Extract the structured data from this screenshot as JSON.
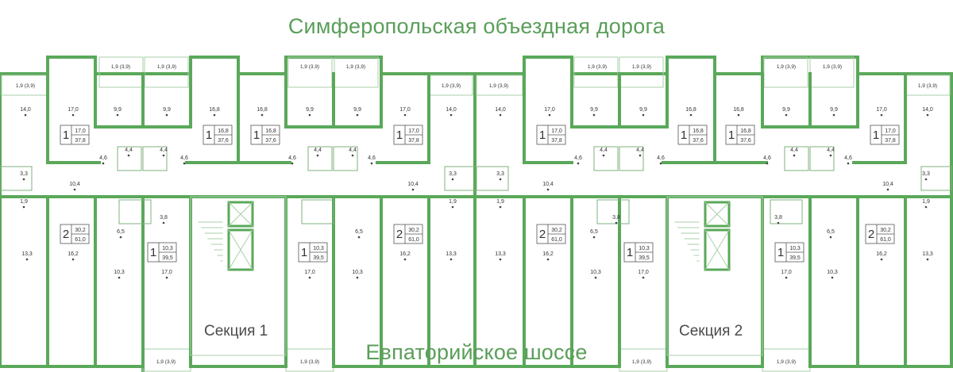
{
  "streets": {
    "top": "Симферопольская объездная дорога",
    "bottom": "Евпаторийское шоссе"
  },
  "sections": [
    "Секция 1",
    "Секция 2"
  ],
  "colors": {
    "wall": "#5aa85a",
    "thin_wall": "#a9cfa9",
    "text": "#333333",
    "label": "#4a4a4a"
  },
  "balcony_label": "1,9 (3,9)",
  "rooms_a": [
    "14,0",
    "17,0",
    "9,9",
    "9,9",
    "16,8",
    "16,8",
    "9,9",
    "9,9",
    "17,0",
    "14,0"
  ],
  "rooms_b": [
    "14,0",
    "17,0",
    "9,9",
    "9,9",
    "16,8",
    "16,8",
    "9,9",
    "9,9",
    "17,0",
    "14,0"
  ],
  "baths": [
    "4,4",
    "4,4",
    "4,4",
    "4,4",
    "4,4",
    "4,4",
    "4,4",
    "4,4"
  ],
  "halls": [
    "4,6",
    "4,6",
    "4,6",
    "4,6",
    "4,6",
    "4,6",
    "4,6",
    "4,6"
  ],
  "corridors": [
    "10,4",
    "10,4",
    "10,4",
    "10,4"
  ],
  "wc": [
    "3,3",
    "3,3",
    "3,3",
    "3,3",
    "1,9",
    "1,9",
    "1,9",
    "1,9"
  ],
  "bottom_rooms": [
    "13,3",
    "16,2",
    "6,5",
    "10,3",
    "17,0",
    "3,8",
    "17,0",
    "10,3",
    "6,5",
    "16,2",
    "13,3",
    "13,3",
    "16,2",
    "6,5",
    "10,3",
    "17,0",
    "3,8",
    "3,8",
    "17,0",
    "10,3",
    "6,5",
    "16,2",
    "13,3"
  ],
  "apartments_top": [
    {
      "rooms": "1",
      "living": "17,0",
      "total": "37,8"
    },
    {
      "rooms": "1",
      "living": "16,8",
      "total": "37,6"
    },
    {
      "rooms": "1",
      "living": "16,8",
      "total": "37,6"
    },
    {
      "rooms": "1",
      "living": "17,0",
      "total": "37,8"
    },
    {
      "rooms": "1",
      "living": "17,0",
      "total": "37,8"
    },
    {
      "rooms": "1",
      "living": "16,8",
      "total": "37,6"
    },
    {
      "rooms": "1",
      "living": "16,8",
      "total": "37,6"
    },
    {
      "rooms": "1",
      "living": "17,0",
      "total": "37,8"
    }
  ],
  "apartments_bottom": [
    {
      "rooms": "2",
      "living": "30,2",
      "total": "61,0"
    },
    {
      "rooms": "1",
      "living": "10,3",
      "total": "39,5"
    },
    {
      "rooms": "1",
      "living": "10,3",
      "total": "39,5"
    },
    {
      "rooms": "2",
      "living": "30,2",
      "total": "61,0"
    },
    {
      "rooms": "2",
      "living": "30,2",
      "total": "61,0"
    },
    {
      "rooms": "1",
      "living": "10,3",
      "total": "39,5"
    },
    {
      "rooms": "1",
      "living": "10,3",
      "total": "39,5"
    },
    {
      "rooms": "2",
      "living": "30,2",
      "total": "61,0"
    }
  ]
}
